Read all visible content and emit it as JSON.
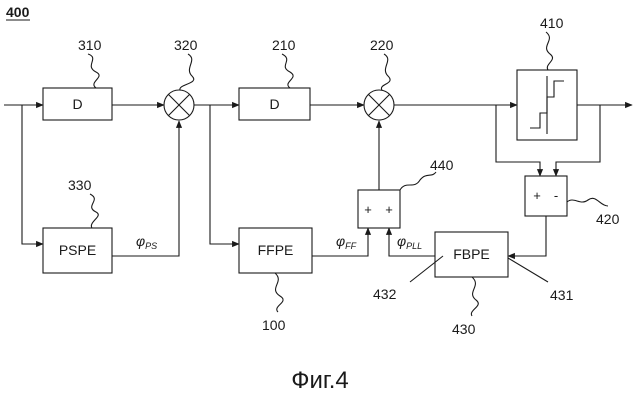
{
  "figure_number": "400",
  "caption": "Фиг.4",
  "blocks": {
    "delay_1": {
      "text": "D",
      "ref": "310"
    },
    "mixer_1": {
      "ref": "320"
    },
    "pspe": {
      "text": "PSPE",
      "ref": "330"
    },
    "delay_2": {
      "text": "D",
      "ref": "210"
    },
    "mixer_2": {
      "ref": "220"
    },
    "ffpe": {
      "text": "FFPE",
      "ref": "100"
    },
    "slicer": {
      "ref": "410"
    },
    "adder": {
      "signs": [
        "+",
        "+"
      ],
      "ref": "440"
    },
    "subtractor": {
      "signs": [
        "+",
        "-"
      ],
      "ref": "420"
    },
    "fbpe": {
      "text": "FBPE",
      "ref": "430",
      "port_left_ref": "432",
      "port_right_ref": "431"
    }
  },
  "signals": {
    "phi_ps": {
      "symbol": "φ",
      "subscript": "PS"
    },
    "phi_ff": {
      "symbol": "φ",
      "subscript": "FF"
    },
    "phi_pll": {
      "symbol": "φ",
      "subscript": "PLL"
    }
  }
}
